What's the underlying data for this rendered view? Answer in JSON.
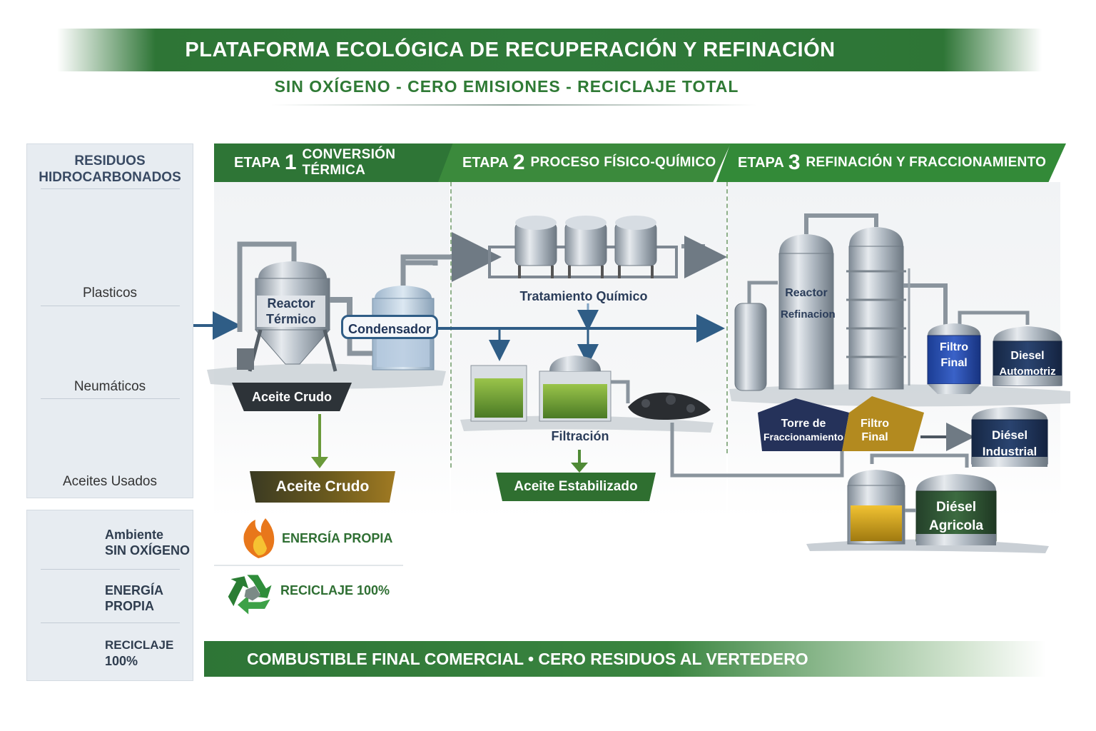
{
  "header": {
    "title": "PLATAFORMA ECOLÓGICA DE RECUPERACIÓN Y REFINACIÓN",
    "subtitle": "SIN OXÍGENO - CERO EMISIONES - RECICLAJE TOTAL"
  },
  "inputs": {
    "heading_line1": "RESIDUOS",
    "heading_line2": "HIDROCARBONADOS",
    "items": [
      "Plasticos",
      "Neumáticos",
      "Aceites Usados"
    ]
  },
  "features_left": [
    {
      "line1": "Ambiente",
      "line2": "SIN OXÍGENO",
      "icon": "no-oxygen-icon"
    },
    {
      "line1": "ENERGÍA",
      "line2": "PROPIA",
      "icon": "recycle-icon"
    },
    {
      "line1": "RECICLAJE",
      "line2": "100%",
      "icon": "bottles-icon"
    }
  ],
  "features_center": [
    {
      "label": "ENERGÍA PROPIA",
      "icon": "flame-icon"
    },
    {
      "label": "RECICLAJE 100%",
      "icon": "recycle-icon"
    }
  ],
  "stages": [
    {
      "prefix": "ETAPA",
      "number": "1",
      "name": "CONVERSIÓN TÉRMICA"
    },
    {
      "prefix": "ETAPA",
      "number": "2",
      "name": "PROCESO FÍSICO-QUÍMICO"
    },
    {
      "prefix": "ETAPA",
      "number": "3",
      "name": "REFINACIÓN Y FRACCIONAMIENTO"
    }
  ],
  "stage1": {
    "reactor_line1": "Reactor",
    "reactor_line2": "Térmico",
    "condenser": "Condensador",
    "crude_tag": "Aceite Crudo",
    "crude_output": "Aceite Crudo"
  },
  "stage2": {
    "treatment": "Tratamiento Químico",
    "filtration": "Filtración",
    "output": "Aceite Estabilizado"
  },
  "stage3": {
    "reactor_line1": "Reactor",
    "reactor_line2": "Refinacion",
    "tower_line1": "Torre de",
    "tower_line2": "Fraccionamiento",
    "filter_tag_line1": "Filtro",
    "filter_tag_line2": "Final",
    "filter_line1": "Filtro",
    "filter_line2": "Final",
    "products": [
      {
        "line1": "Diesel",
        "line2": "Automotriz"
      },
      {
        "line1": "Diésel",
        "line2": "Industrial"
      },
      {
        "line1": "Diésel",
        "line2": "Agricola"
      }
    ]
  },
  "footer": "COMBUSTIBLE FINAL COMERCIAL • CERO RESIDUOS AL VERTEDERO",
  "colors": {
    "green_dark": "#2e7536",
    "green_text": "#2f7a35",
    "navy": "#1f3458",
    "flow_blue": "#2f5d86",
    "steel": "#b9c1c9"
  }
}
